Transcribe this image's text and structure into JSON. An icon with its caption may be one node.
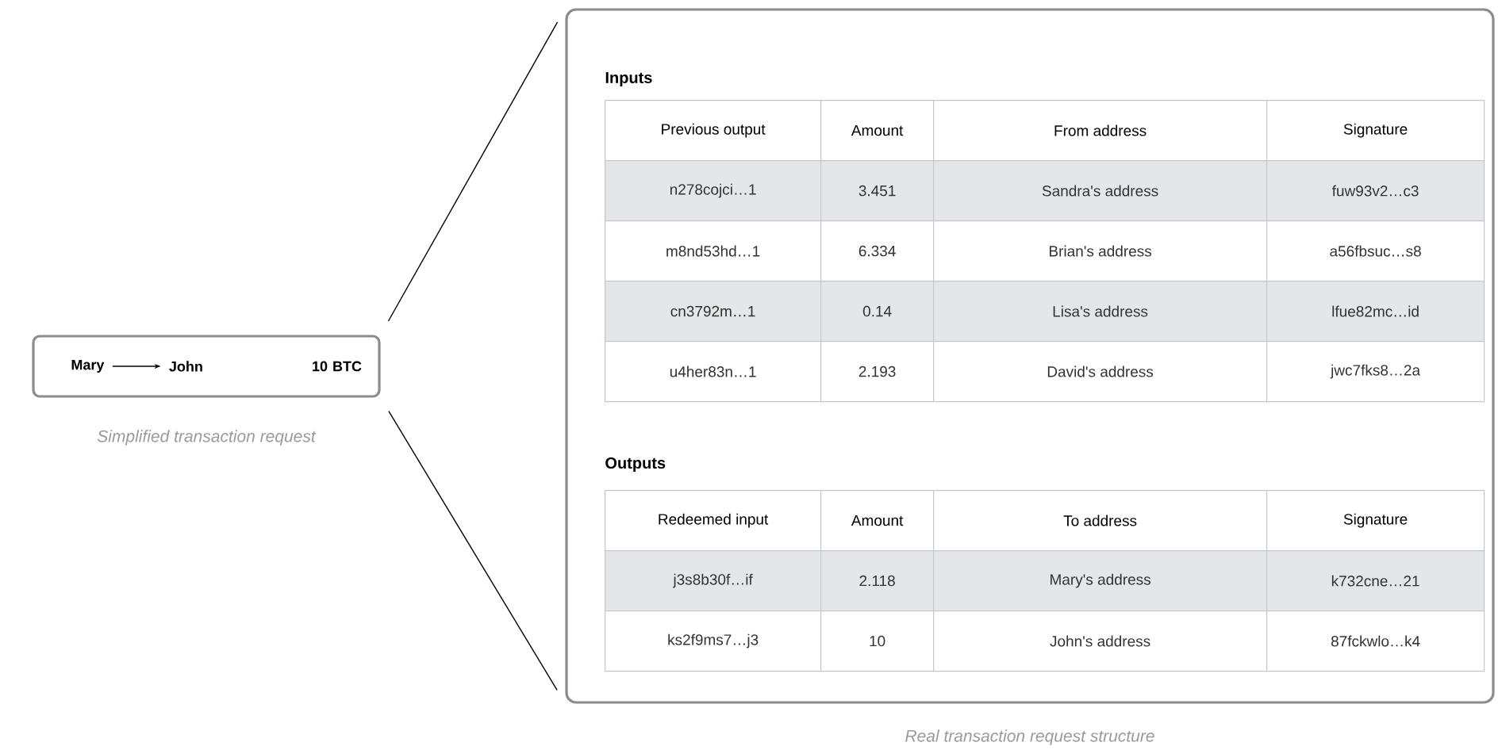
{
  "diagram": {
    "nodes": [
      {
        "text": [
          "10 BTC"
        ],
        "beside": [
          "Simplified transaction request"
        ]
      },
      {
        "text": [
          "Mary"
        ],
        "in": 0
      },
      {
        "text": [
          "John"
        ],
        "in": 0
      },
      {
        "text": [
          "Inputs",
          "Outputs"
        ],
        "beside": [
          "Real transaction request structure"
        ]
      }
    ],
    "edges": [
      {
        "from": 1,
        "to": 2,
        "arrow": "to"
      },
      {
        "from": 0,
        "to": 3,
        "arrow": "none"
      },
      {
        "from": 0,
        "to": 3,
        "arrow": "none"
      }
    ],
    "labels": [
      "Previous output",
      "Amount",
      "From address",
      "Signature",
      "n278cojci…1",
      "3.451",
      "Sandra's address",
      "fuw93v2…c3",
      "m8nd53hd…1",
      "6.334",
      "Brian's address",
      "a56fbsuc…s8",
      "cn3792m…1",
      "0.14",
      "Lisa's address",
      "lfue82mc…id",
      "u4her83n…1",
      "2.193",
      "David's address",
      "jwc7fks8…2a",
      "Redeemed input",
      "Amount",
      "To address",
      "Signature",
      "j3s8b30f…if",
      "2.118",
      "Mary's address",
      "k732cne…21",
      "ks2f9ms7…j3",
      "10",
      "John's address",
      "87fckwlo…k4"
    ]
  }
}
